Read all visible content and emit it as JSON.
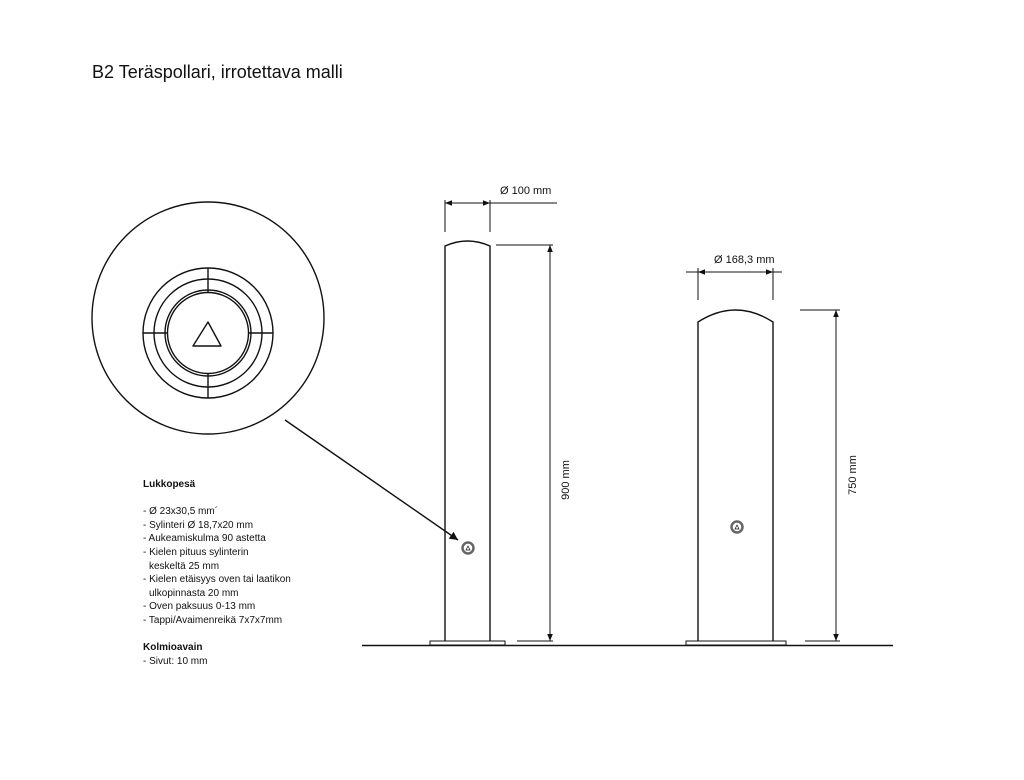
{
  "title": "B2 Teräspollari, irrotettava malli",
  "dimensions": {
    "small_diameter": "Ø 100 mm",
    "small_height": "900 mm",
    "large_diameter": "Ø 168,3 mm",
    "large_height": "750 mm"
  },
  "lock": {
    "heading": "Lukkopesä",
    "lines": [
      "- Ø 23x30,5 mm´",
      "- Sylinteri Ø 18,7x20 mm",
      "- Aukeamiskulma 90 astetta",
      "- Kielen pituus sylinterin",
      "keskeltä 25 mm",
      "- Kielen etäisyys oven tai laatikon",
      "ulkopinnasta 20 mm",
      "- Oven paksuus 0-13 mm",
      "- Tappi/Avaimenreikä 7x7x7mm"
    ]
  },
  "key": {
    "heading": "Kolmioavain",
    "lines": [
      "- Sivut: 10 mm"
    ]
  }
}
